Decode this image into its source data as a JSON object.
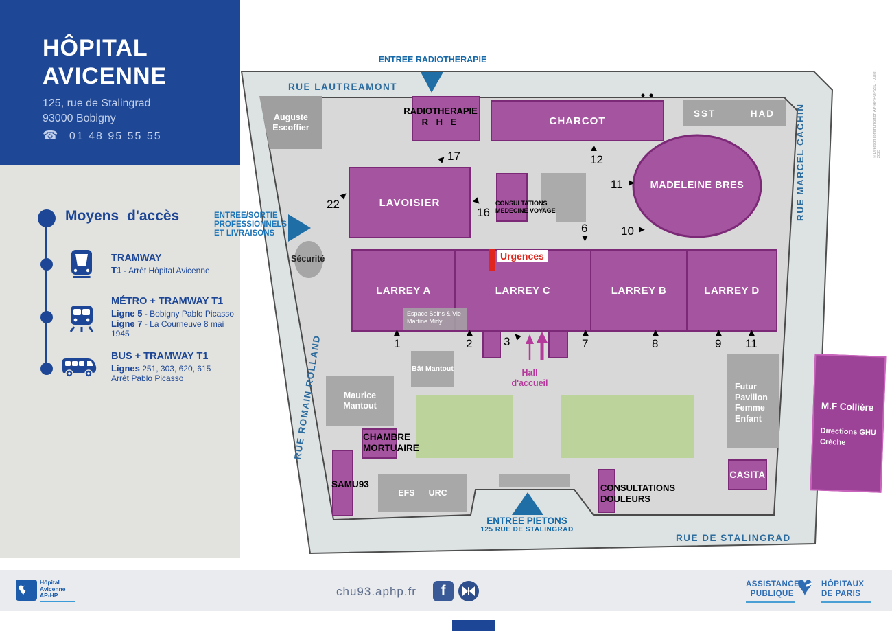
{
  "colors": {
    "header_blue": "#1e4796",
    "panel_gray": "#e2e2de",
    "campus_gray": "#d8d8d8",
    "street_gray": "#dde3e3",
    "building_purple": "#a5549f",
    "building_purple_border": "#7c2a77",
    "building_gray": "#9f9f9f",
    "lawn_green": "#bcd49c",
    "entrance_blue": "#1f6fa6",
    "street_label_blue": "#2c6b9e",
    "urgences_red": "#e0261c",
    "hall_magenta": "#b5399b",
    "footer_gray": "#e9ebee",
    "logo_blue": "#2e6db4"
  },
  "header": {
    "title_line1": "HÔPITAL",
    "title_line2": "AVICENNE",
    "address_line1": "125, rue de Stalingrad",
    "address_line2": "93000 Bobigny",
    "phone_icon": "☎",
    "phone": "01 48 95 55 55"
  },
  "access": {
    "heading": "Moyens d'accès",
    "tram": {
      "title": "TRAMWAY",
      "line1_bold": "T1",
      "line1_rest": " - Arrêt Hôpital Avicenne"
    },
    "metro": {
      "title": "MÉTRO + TRAMWAY T1",
      "line1_bold": "Ligne 5",
      "line1_rest": " - Bobigny Pablo Picasso",
      "line2_bold": "Ligne 7",
      "line2_rest": " - La Courneuve 8 mai 1945"
    },
    "bus": {
      "title": "BUS + TRAMWAY T1",
      "line1_bold": "Lignes",
      "line1_rest": " 251, 303, 620, 615",
      "line2": "Arrêt Pablo Picasso"
    }
  },
  "map": {
    "streets": {
      "top": "RUE LAUTREAMONT",
      "right": "RUE MARCEL CACHIN",
      "left": "RUE ROMAIN ROLLAND",
      "bottom": "RUE DE STALINGRAD"
    },
    "entrances": {
      "radiotherapie": "ENTREE RADIOTHERAPIE",
      "pro_line1": "ENTREE/SORTIE",
      "pro_line2": "PROFESSIONNELS",
      "pro_line3": "ET LIVRAISONS",
      "pietons": "ENTREE PIETONS",
      "pietons_sub": "125 RUE DE STALINGRAD"
    },
    "buildings": {
      "auguste_line1": "Auguste",
      "auguste_line2": "Escoffier",
      "radiotherapie_line1": "RADIOTHERAPIE",
      "radiotherapie_line2": "R H E",
      "charcot": "CHARCOT",
      "sst": "SST",
      "had": "HAD",
      "madeleine": "MADELEINE BRES",
      "lavoisier": "LAVOISIER",
      "cons_voyage_line1": "CONSULTATIONS",
      "cons_voyage_line2": "MEDECINE VOYAGE",
      "securite": "Sécurité",
      "larrey_a": "LARREY A",
      "larrey_c": "LARREY C",
      "larrey_b": "LARREY B",
      "larrey_d": "LARREY D",
      "urgences": "Urgences",
      "espace_line1": "Espace Soins & Vie",
      "espace_line2": "Martine Midy",
      "hall_line1": "Hall",
      "hall_line2": "d'accueil",
      "bat_mantout": "Bât Mantout",
      "maurice_line1": "Maurice",
      "maurice_line2": "Mantout",
      "chambre_line1": "CHAMBRE",
      "chambre_line2": "MORTUAIRE",
      "samu": "SAMU93",
      "efs": "EFS",
      "urc": "URC",
      "cons_douleurs_line1": "CONSULTATIONS",
      "cons_douleurs_line2": "DOULEURS",
      "casita": "CASITA",
      "futur_line1": "Futur",
      "futur_line2": "Pavillon",
      "futur_line3": "Femme",
      "futur_line4": "Enfant",
      "colliere_title": "M.F Collière",
      "colliere_line1": "Directions GHU",
      "colliere_line2": "Créche"
    },
    "markers": [
      "1",
      "2",
      "3",
      "7",
      "8",
      "9",
      "11",
      "6",
      "10",
      "11",
      "12",
      "16",
      "17",
      "22"
    ],
    "copyright": "© Direction communication AP-HP HUPSSD - Juillet 2025"
  },
  "footer": {
    "website": "chu93.aphp.fr",
    "facebook_letter": "f",
    "left_logo": {
      "line1": "Hôpital",
      "line2": "Avicenne",
      "line3": "AP-HP"
    },
    "aphp_logo": {
      "left_line1": "ASSISTANCE",
      "left_line2": "PUBLIQUE",
      "right_line1": "HÔPITAUX",
      "right_line2": "DE PARIS"
    }
  }
}
